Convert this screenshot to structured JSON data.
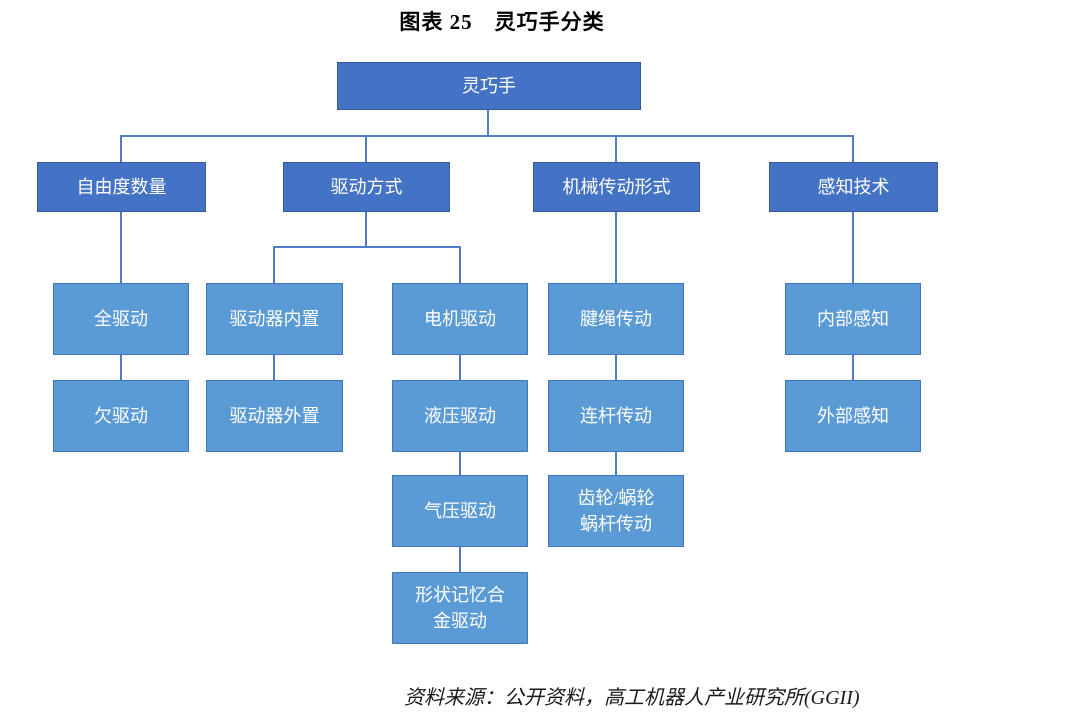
{
  "title": "图表 25　灵巧手分类",
  "diagram": {
    "root": "灵巧手",
    "branches": [
      {
        "label": "自由度数量",
        "children": [
          "全驱动",
          "欠驱动"
        ]
      },
      {
        "label": "驱动方式",
        "columns": [
          [
            "驱动器内置",
            "驱动器外置"
          ],
          [
            "电机驱动",
            "液压驱动",
            "气压驱动",
            "形状记忆合\n金驱动"
          ]
        ]
      },
      {
        "label": "机械传动形式",
        "children": [
          "腱绳传动",
          "连杆传动",
          "齿轮/蜗轮\n蜗杆传动"
        ]
      },
      {
        "label": "感知技术",
        "children": [
          "内部感知",
          "外部感知"
        ]
      }
    ]
  },
  "source": "资料来源：公开资料，高工机器人产业研究所(GGII)",
  "colors": {
    "node_primary": "#4472C4",
    "node_secondary": "#5B9BD5",
    "connector": "#4E7DC6",
    "node_text": "#FFFFFF",
    "title_text": "#000000"
  }
}
